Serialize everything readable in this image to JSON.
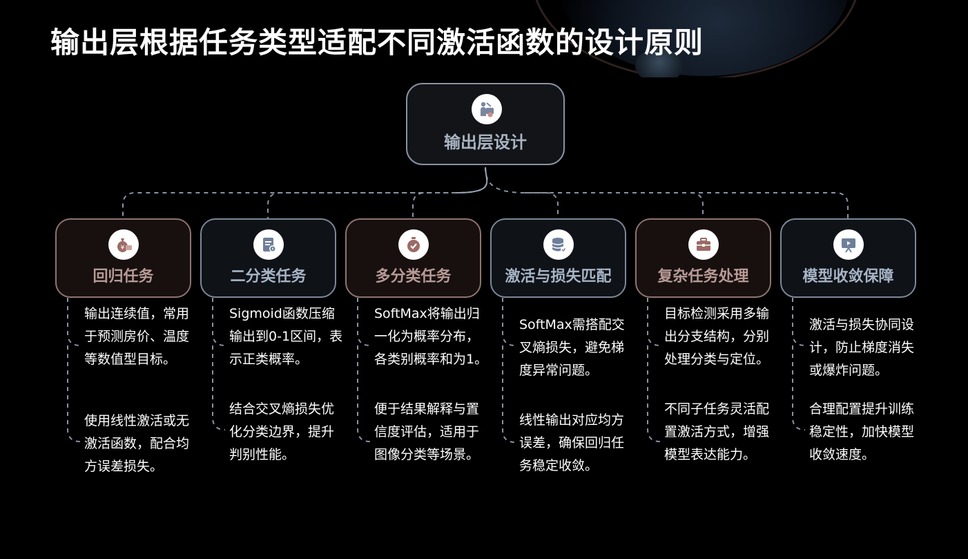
{
  "title": "输出层根据任务类型适配不同激活函数的设计原则",
  "root": {
    "label": "输出层设计",
    "icon": "designer-icon"
  },
  "branches": [
    {
      "id": "regression",
      "label": "回归任务",
      "icon": "money-bag-icon",
      "tone": "warm",
      "color": "#9b6b66",
      "points": [
        "输出连续值，常用于预测房价、温度等数值型目标。",
        "使用线性激活或无激活函数，配合均方误差损失。"
      ]
    },
    {
      "id": "binary",
      "label": "二分类任务",
      "icon": "document-icon",
      "tone": "cool",
      "color": "#6d7f99",
      "points": [
        "Sigmoid函数压缩输出到0-1区间，表示正类概率。",
        "结合交叉熵损失优化分类边界，提升判别性能。"
      ]
    },
    {
      "id": "multiclass",
      "label": "多分类任务",
      "icon": "stopwatch-icon",
      "tone": "warm",
      "color": "#9b6b66",
      "points": [
        "SoftMax将输出归一化为概率分布，各类别概率和为1。",
        "便于结果解释与置信度评估，适用于图像分类等场景。"
      ]
    },
    {
      "id": "matching",
      "label": "激活与损失匹配",
      "icon": "database-icon",
      "tone": "cool",
      "color": "#6d7f99",
      "points": [
        "SoftMax需搭配交叉熵损失，避免梯度异常问题。",
        "线性输出对应均方误差，确保回归任务稳定收敛。"
      ]
    },
    {
      "id": "complex",
      "label": "复杂任务处理",
      "icon": "briefcase-icon",
      "tone": "warm",
      "color": "#9b6b66",
      "points": [
        "目标检测采用多输出分支结构，分别处理分类与定位。",
        "不同子任务灵活配置激活方式，增强模型表达能力。"
      ]
    },
    {
      "id": "convergence",
      "label": "模型收敛保障",
      "icon": "presentation-icon",
      "tone": "cool",
      "color": "#6d7f99",
      "points": [
        "激活与损失协同设计，防止梯度消失或爆炸问题。",
        "合理配置提升训练稳定性，加快模型收敛速度。"
      ]
    }
  ]
}
